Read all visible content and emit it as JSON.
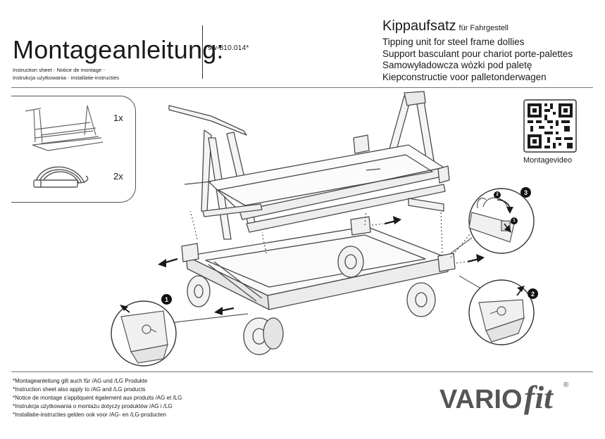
{
  "header": {
    "title": "Montageanleitung:",
    "subtitle_lines": [
      "Instruction sheet - Notice de montage  -",
      "instrukcja użytkowania - installatie-instructies"
    ],
    "article_number": "sw-810.014*",
    "product_name": "Kippaufsatz",
    "product_suffix": "für Fahrgestell",
    "translations": [
      "Tipping unit for steel frame dollies",
      "Support basculant pour chariot porte-palettes",
      "Samowyładowcza wózki pod paletę",
      "Kiepconstructie voor palletonderwagen"
    ]
  },
  "parts": [
    {
      "quantity": "1x",
      "icon": "tipping-frame-icon"
    },
    {
      "quantity": "2x",
      "icon": "hoop-strap-icon"
    }
  ],
  "qr": {
    "label": "Montagevideo",
    "icon": "qr-code-icon"
  },
  "steps": [
    "1",
    "2",
    "3"
  ],
  "detail_step_labels": [
    "2",
    "1"
  ],
  "footer_notes": [
    "*Montageanleitung gilt auch für /AG und /LG Produkte",
    "*Instruction sheet also apply to /AG and /LG products",
    "*Notice de montage s'appliquent également aux produits /AG et /LG",
    "*Instrukcja użytkowania o montażu dotyczy produktów /AG i /LG",
    "*Installatie-instructies gelden ook voor /AG- en /LG-producten"
  ],
  "brand": {
    "prefix": "VARIO",
    "suffix": "fit",
    "mark": "®",
    "color": "#555555"
  }
}
